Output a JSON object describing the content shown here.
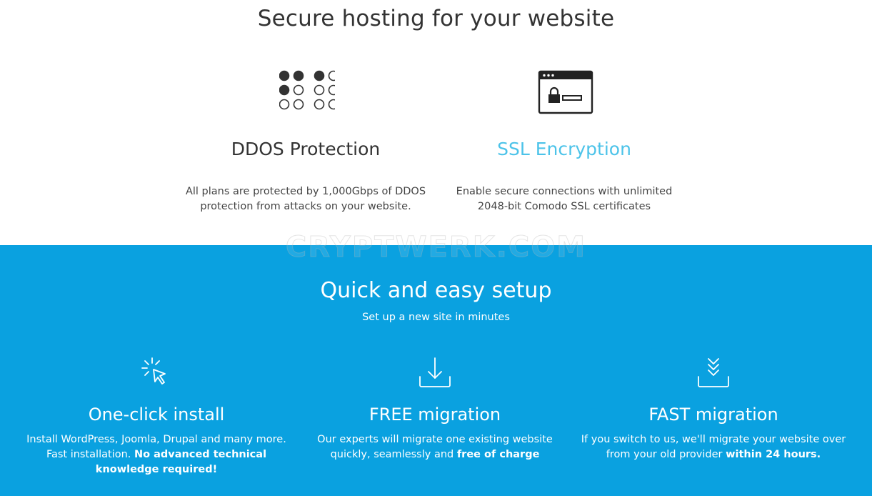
{
  "colors": {
    "accent": "#4cc3e9",
    "band": "#0aa1e0",
    "text": "#333333",
    "white": "#ffffff"
  },
  "security": {
    "title": "Secure hosting for your website",
    "features": [
      {
        "icon": "dots-grid-icon",
        "title": "DDOS Protection",
        "desc_line1": "All plans are protected by 1,000Gbps of DDOS",
        "desc_line2": "protection from attacks on your website."
      },
      {
        "icon": "browser-lock-icon",
        "title": "SSL Encryption",
        "desc_line1": "Enable secure connections with unlimited",
        "desc_line2": "2048-bit Comodo SSL certificates"
      }
    ]
  },
  "watermark": "CRYPTWERK.COM",
  "setup": {
    "title": "Quick and easy setup",
    "subtitle": "Set up a new site in minutes",
    "items": [
      {
        "icon": "cursor-click-icon",
        "title": "One-click install",
        "line1": "Install WordPress, Joomla, Drupal and many more.",
        "line2_plain": "Fast installation. ",
        "line2_bold": "No advanced technical",
        "line3_bold": "knowledge required!"
      },
      {
        "icon": "download-tray-icon",
        "title": "FREE migration",
        "line1": "Our experts will migrate one existing website",
        "line2_plain": "quickly, seamlessly and ",
        "line2_bold": "free of charge"
      },
      {
        "icon": "triple-chevron-tray-icon",
        "title": "FAST migration",
        "line1": "If you switch to us, we'll migrate your website over",
        "line2_plain": "from your old provider ",
        "line2_bold": "within 24 hours."
      }
    ]
  }
}
